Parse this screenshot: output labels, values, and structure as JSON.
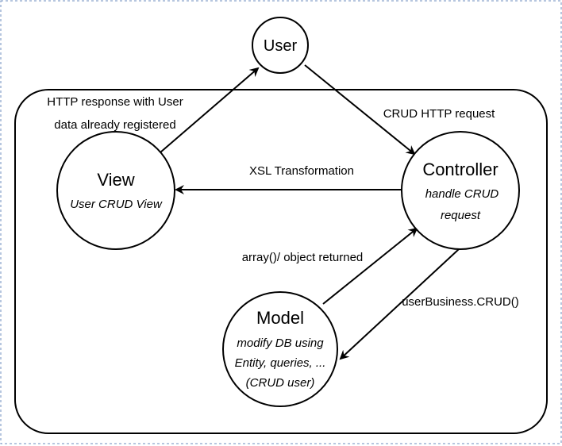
{
  "nodes": {
    "user": {
      "title": "User"
    },
    "view": {
      "title": "View",
      "subtitle_lines": [
        "User CRUD View"
      ]
    },
    "controller": {
      "title": "Controller",
      "subtitle_lines": [
        "handle CRUD",
        "request"
      ]
    },
    "model": {
      "title": "Model",
      "subtitle_lines": [
        "modify DB using",
        "Entity, queries, ...",
        "(CRUD user)"
      ]
    }
  },
  "edges": {
    "view_to_user": [
      "HTTP response with User",
      "data already registered"
    ],
    "user_to_controller": [
      "CRUD HTTP request"
    ],
    "controller_to_view": [
      "XSL Transformation"
    ],
    "model_to_controller": [
      "array()/ object returned"
    ],
    "controller_to_model": [
      "userBusiness.CRUD()"
    ]
  },
  "colors": {
    "stroke": "#000000",
    "fill": "#ffffff",
    "border_dash": "#6c8ebf"
  }
}
